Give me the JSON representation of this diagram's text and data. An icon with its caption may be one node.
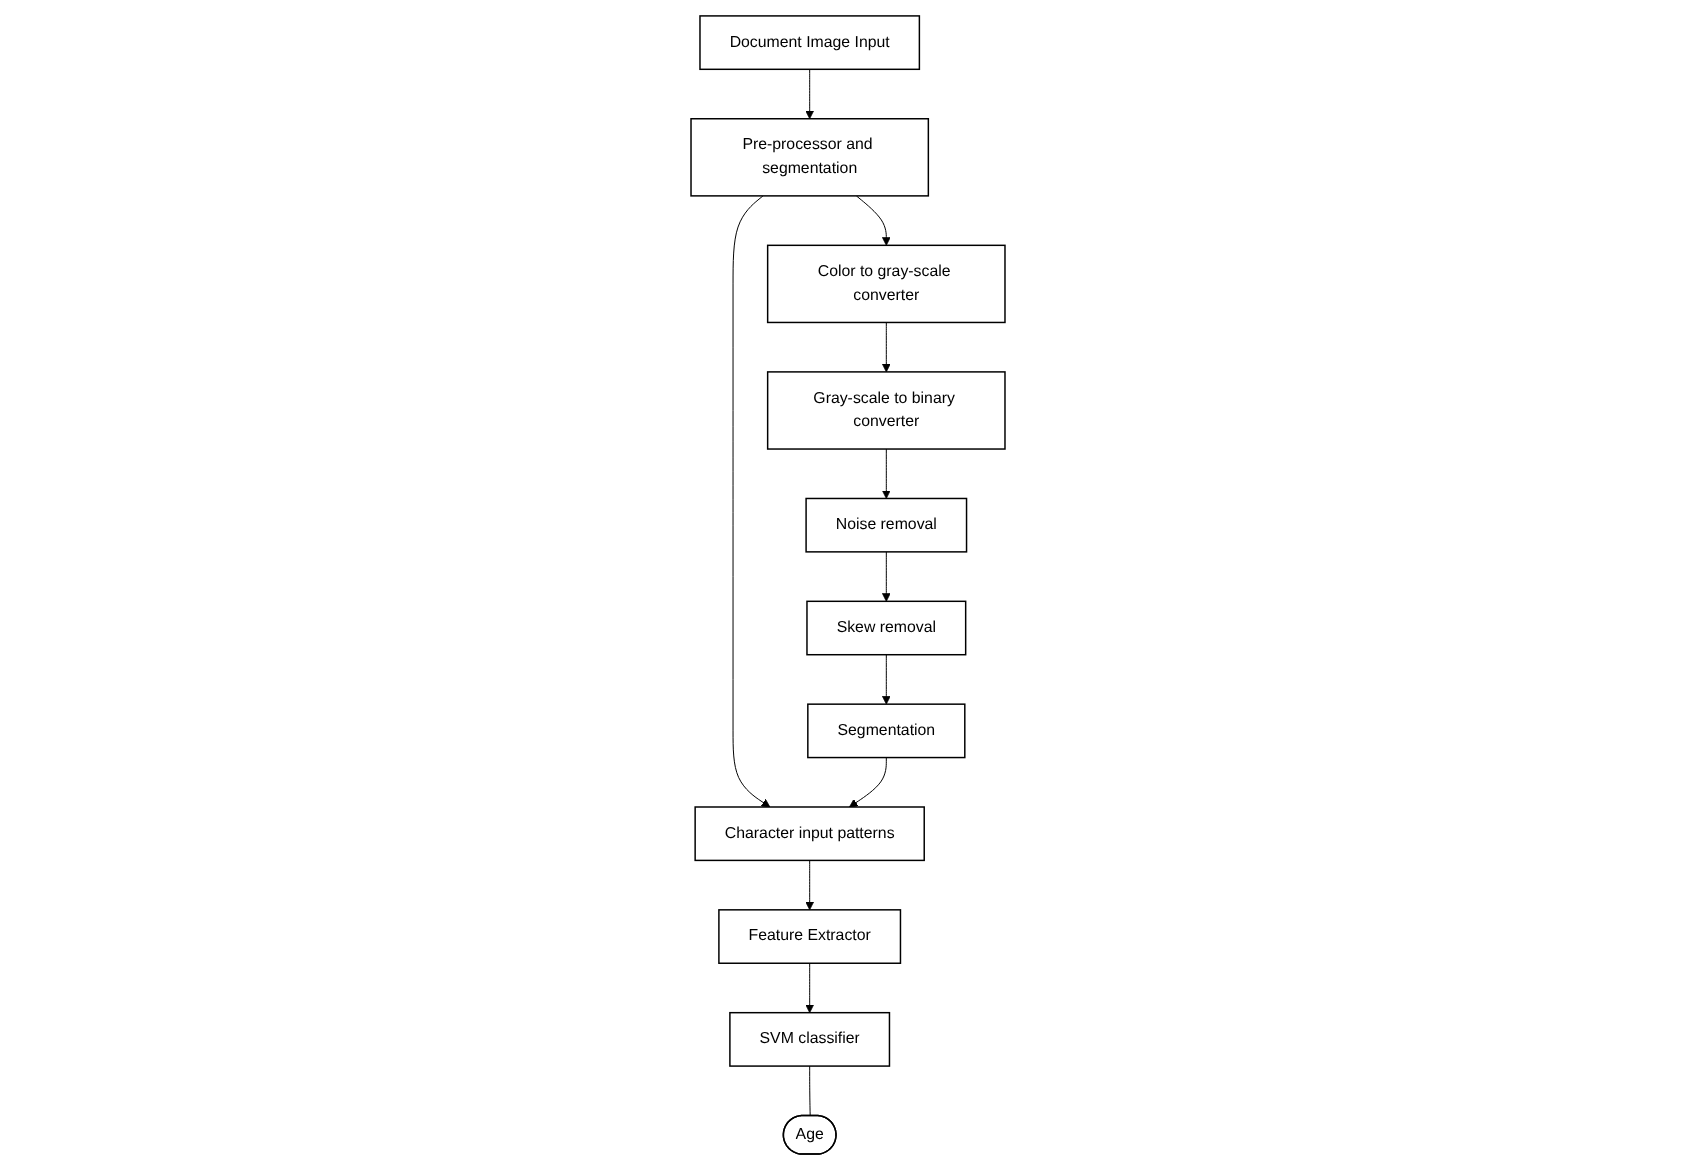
{
  "diagram": {
    "nodes": [
      {
        "text": [
          "Document Image Input"
        ]
      },
      {
        "text": [
          "Pre-processor and segmentation"
        ]
      },
      {
        "text": [
          "Color to gray-scale converter"
        ]
      },
      {
        "text": [
          "Gray-scale to binary converter"
        ]
      },
      {
        "text": [
          "Character input patterns"
        ]
      },
      {
        "text": [
          "Noise removal"
        ]
      },
      {
        "text": [
          "Feature Extractor"
        ]
      },
      {
        "text": [
          "Skew removal"
        ]
      },
      {
        "text": [
          "SVM classifier"
        ]
      },
      {
        "text": [
          "Segmentation"
        ]
      },
      {
        "text": [
          "Age"
        ]
      }
    ],
    "edges": [
      {
        "from": 0,
        "to": 1,
        "arrow": "to"
      },
      {
        "from": 1,
        "to": 2,
        "arrow": "to"
      },
      {
        "from": 2,
        "to": 3,
        "arrow": "to"
      },
      {
        "from": 1,
        "to": 4,
        "arrow": "to"
      },
      {
        "from": 3,
        "to": 5,
        "arrow": "to"
      },
      {
        "from": 5,
        "to": 7,
        "arrow": "to"
      },
      {
        "from": 7,
        "to": 9,
        "arrow": "to"
      },
      {
        "from": 9,
        "to": 4,
        "arrow": "to"
      },
      {
        "from": 4,
        "to": 6,
        "arrow": "to"
      },
      {
        "from": 6,
        "to": 8,
        "arrow": "to"
      },
      {
        "from": 8,
        "to": 10,
        "arrow": "none"
      }
    ]
  }
}
